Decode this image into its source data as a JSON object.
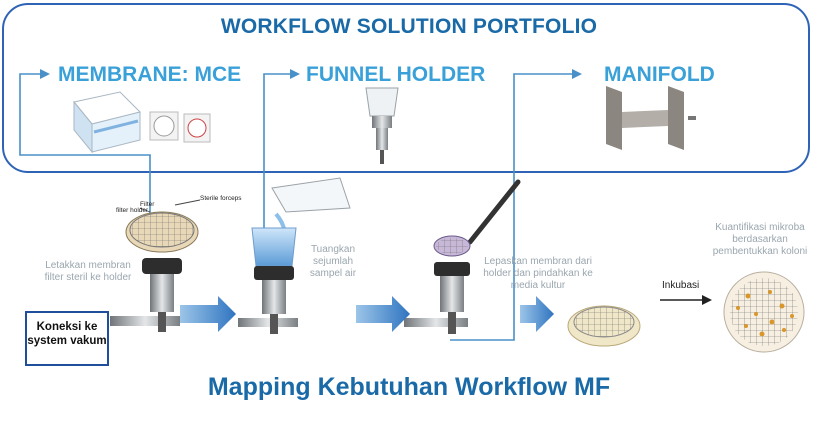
{
  "portfolio": {
    "title": "WORKFLOW SOLUTION PORTFOLIO",
    "categories": [
      {
        "label": "MEMBRANE: MCE"
      },
      {
        "label": "FUNNEL HOLDER"
      },
      {
        "label": "MANIFOLD"
      }
    ]
  },
  "figure_labels": {
    "sterile_forceps": "Sterile forceps",
    "filter": "Filter",
    "filter_holder": "filter holder"
  },
  "steps": [
    {
      "label": "Letakkan membran filter steril ke holder"
    },
    {
      "label": "Tuangkan sejumlah sampel air"
    },
    {
      "label": "Lepaskan membran dari holder dan pindahkan ke media kultur"
    },
    {
      "label": "Inkubasi"
    },
    {
      "label": "Kuantifikasi mikroba berdasarkan pembentukkan koloni"
    }
  ],
  "vacuum_box": {
    "label": "Koneksi ke system vakum"
  },
  "footer": {
    "title": "Mapping Kebutuhan Workflow MF"
  },
  "colors": {
    "box_border": "#2f63b8",
    "title": "#1a6aa8",
    "category": "#3aa0d8",
    "connector": "#4a90c8",
    "flow_arrow": "#2f74c0"
  }
}
